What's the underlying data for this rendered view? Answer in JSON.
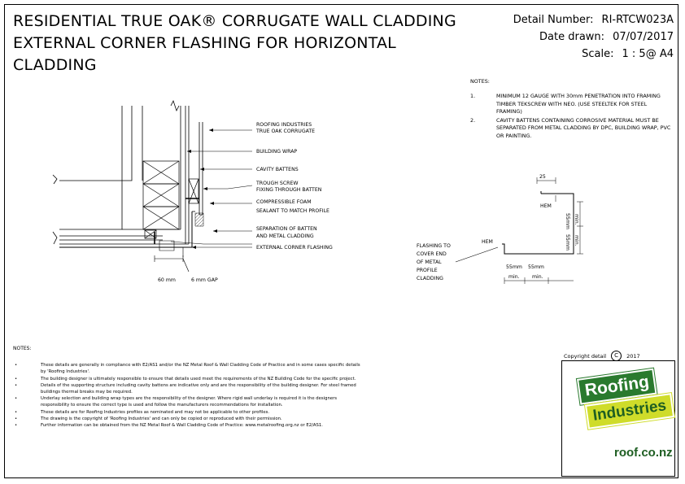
{
  "title_block": {
    "title_line1": "RESIDENTIAL TRUE OAK® CORRUGATE WALL CLADDING",
    "title_line2": "EXTERNAL CORNER FLASHING FOR HORIZONTAL",
    "title_line3": "CLADDING",
    "detail_number_label": "Detail Number:",
    "detail_number": "RI-RTCW023A",
    "date_label": "Date drawn:",
    "date": "07/07/2017",
    "scale_label": "Scale:",
    "scale": "1 : 5@ A4"
  },
  "notes_top": {
    "heading": "NOTES:",
    "items": [
      {
        "num": "1.",
        "text": "MINIMUM 12 GAUGE WITH 30mm PENETRATION INTO FRAMING TIMBER TEKSCREW WITH NEO. (USE STEELTEK FOR STEEL FRAMING)"
      },
      {
        "num": "2.",
        "text": "CAVITY BATTENS CONTAINING CORROSIVE MATERIAL MUST BE SEPARATED FROM METAL CLADDING BY DPC, BUILDING WRAP, PVC OR PAINTING."
      }
    ]
  },
  "section_labels": {
    "roofing": "ROOFING INDUSTRIES",
    "roofing2": "TRUE OAK CORRUGATE",
    "wrap": "BUILDING WRAP",
    "battens": "CAVITY BATTENS",
    "trough1": "TROUGH SCREW",
    "trough2": "FIXING THROUGH BATTEN",
    "foam1": "COMPRESSIBLE FOAM",
    "foam2": "SEALANT TO MATCH PROFILE",
    "sep1": "SEPARATION OF BATTEN",
    "sep2": "AND METAL CLADDING",
    "flashing": "EXTERNAL CORNER FLASHING",
    "dim_60": "60 mm",
    "dim_6": "6 mm GAP"
  },
  "flashing_detail": {
    "dim_25": "25",
    "hem_top": "HEM",
    "hem_left": "HEM",
    "dim_55_a": "55mm",
    "dim_55_b": "55mm",
    "dim_55_c": "55mm",
    "dim_55_d": "55mm",
    "min_a": "min.",
    "min_b": "min.",
    "min_c": "min.",
    "min_d": "min.",
    "label1": "FLASHING TO",
    "label2": "COVER END",
    "label3": "OF METAL",
    "label4": "PROFILE",
    "label5": "CLADDING"
  },
  "notes_bottom": {
    "heading": "NOTES:",
    "bullet": "•",
    "items": [
      "These details are generally in compliance with E2/AS1 and/or the NZ Metal Roof & Wall Cladding Code of Practice and in some cases specific details by 'Roofing Industries'.",
      "The building designer is ultimately responsible to ensure that details used meet the requirements of the NZ Building Code for the specific project.",
      "Details of the supporting structure including cavity battens are indicative only and are the responsibility of the building designer. For steel framed buildings thermal breaks may be required.",
      "Underlay selection and building wrap types are the responsibility of the designer. Where rigid wall underlay is required it is the designers responsibility to ensure the correct type is used and follow the manufacturers recommendations for installation.",
      "These details are for Roofing Industries profiles as nominated and may not be applicable to other profiles.",
      "The drawing is the copyright of 'Roofing Industries' and can only be copied or reproduced with their permission.",
      "Further information can be obtained from the NZ Metal Roof & Wall Cladding Code of Practice: www.metalroofing.org.nz or E2/AS1."
    ]
  },
  "copyright": {
    "text": "Copyright detail",
    "symbol": "C",
    "year": "2017"
  },
  "logo": {
    "word1": "Roofing",
    "word2": "Industries",
    "url": "roof.co.nz",
    "colors": {
      "green": "#2a7a2e",
      "lime": "#cfdc2a"
    }
  }
}
